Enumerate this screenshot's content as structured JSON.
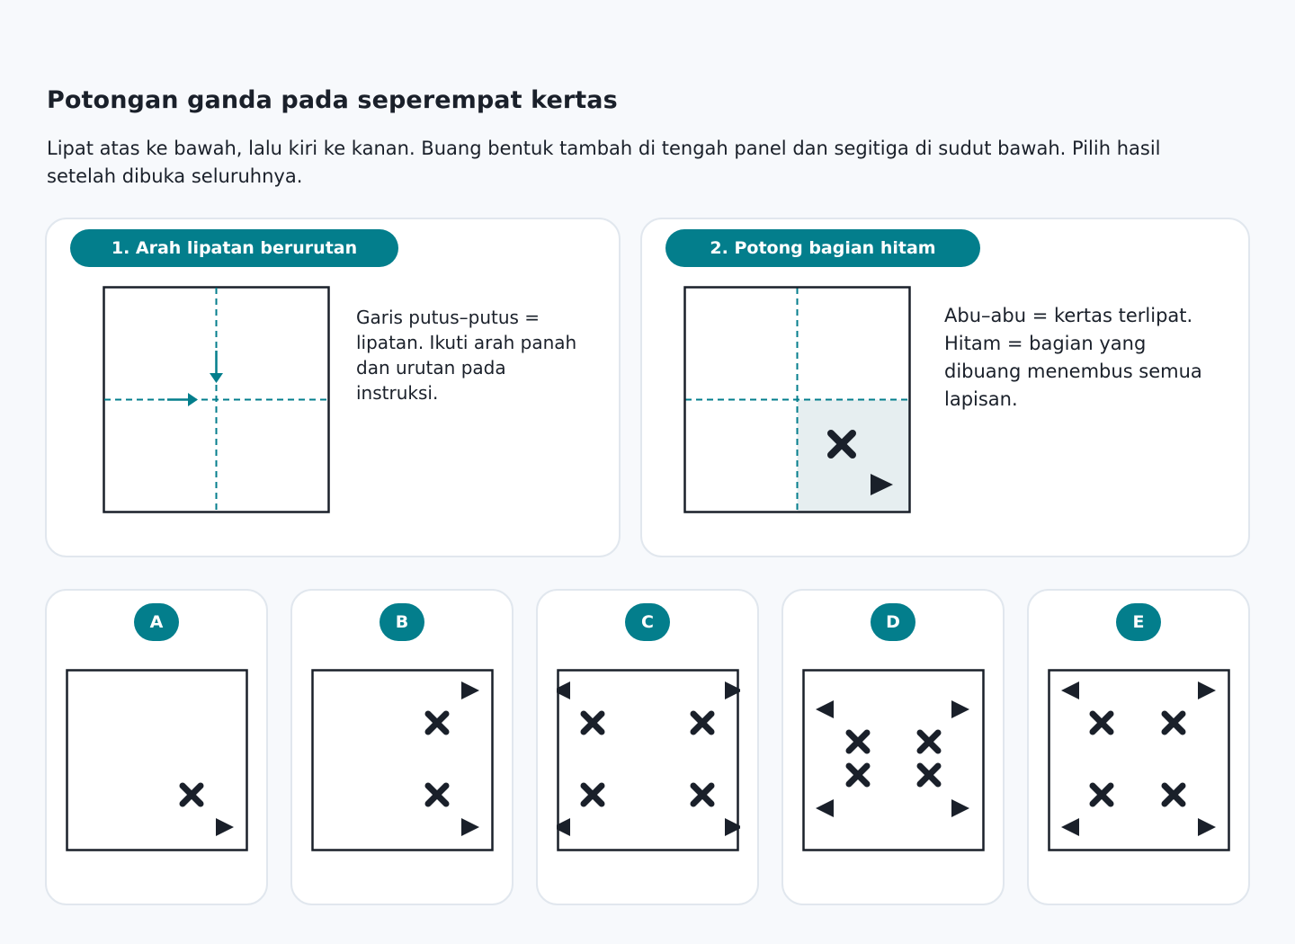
{
  "header": {
    "title": "Potongan ganda pada seperempat kertas",
    "subtitle": "Lipat atas ke bawah, lalu kiri ke kanan. Buang bentuk tambah di tengah panel dan segitiga di sudut bawah. Pilih hasil setelah dibuka seluruhnya."
  },
  "panels": [
    {
      "label": "1. Arah lipatan berurutan",
      "note": "Garis putus–putus = lipatan. Ikuti arah panah dan urutan pada instruksi."
    },
    {
      "label": "2. Potong bagian hitam",
      "note": "Abu–abu = kertas terlipat. Hitam = bagian yang dibuang menembus semua lapisan."
    }
  ],
  "options": [
    {
      "label": "A"
    },
    {
      "label": "B"
    },
    {
      "label": "C"
    },
    {
      "label": "D"
    },
    {
      "label": "E"
    }
  ],
  "colors": {
    "accent": "#037e8c",
    "ink": "#1a202a",
    "folded_shade": "#e6eef0",
    "card_border": "#e1e7ee",
    "background": "#f7f9fc"
  }
}
